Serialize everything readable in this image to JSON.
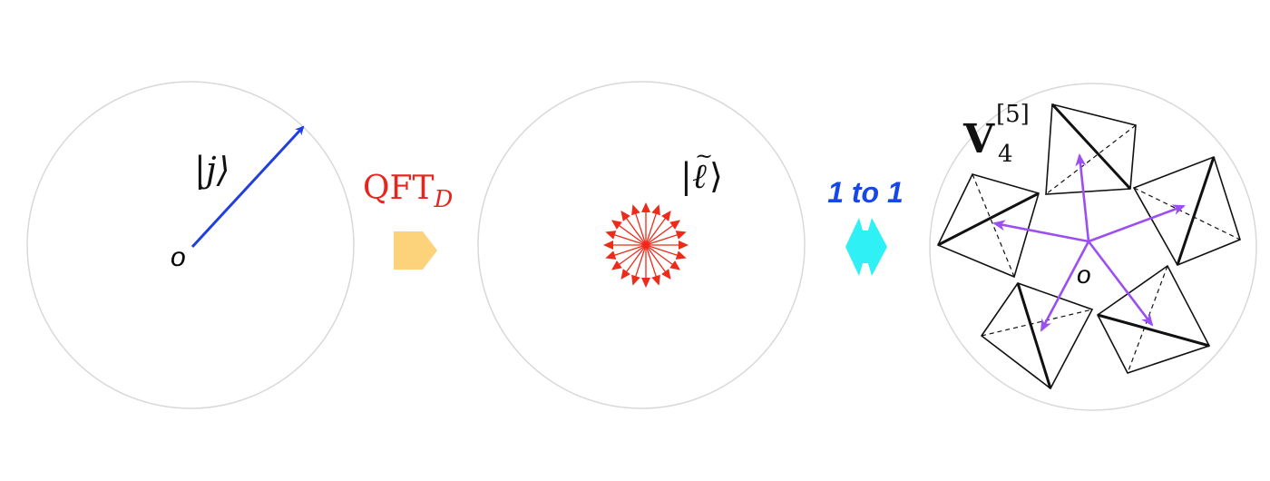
{
  "panels": [
    {
      "label": "|j⟩",
      "origin_label": "o"
    },
    {
      "label_pipe": "|",
      "label_letter": "ℓ",
      "label_tilde": "~",
      "label_ket": "⟩"
    },
    {
      "symbol_main": "V",
      "symbol_sub": "4",
      "symbol_sup": "[5]",
      "origin_label": "o"
    }
  ],
  "transitions": [
    {
      "label_main": "QFT",
      "label_sub": "D"
    },
    {
      "label": "1 to 1"
    }
  ],
  "colors": {
    "circle_stroke": "#d8d8d8",
    "state_arrow": "#1f3fe0",
    "qft_label": "#e8251c",
    "qft_arrow": "#fcd27a",
    "star_arrows": "#ee2a1a",
    "one_to_one_label": "#1747e6",
    "double_arrow": "#2ff0f5",
    "simplex_arrows": "#9b4ff0",
    "edges": "#111111"
  }
}
